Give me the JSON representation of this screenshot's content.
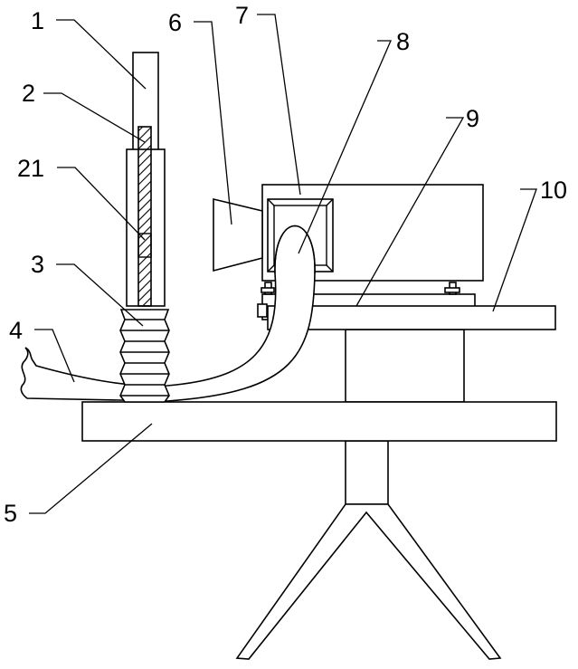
{
  "labels": {
    "l1": "1",
    "l2": "2",
    "l21": "21",
    "l3": "3",
    "l4": "4",
    "l5": "5",
    "l6": "6",
    "l7": "7",
    "l8": "8",
    "l9": "9",
    "l10": "10"
  }
}
